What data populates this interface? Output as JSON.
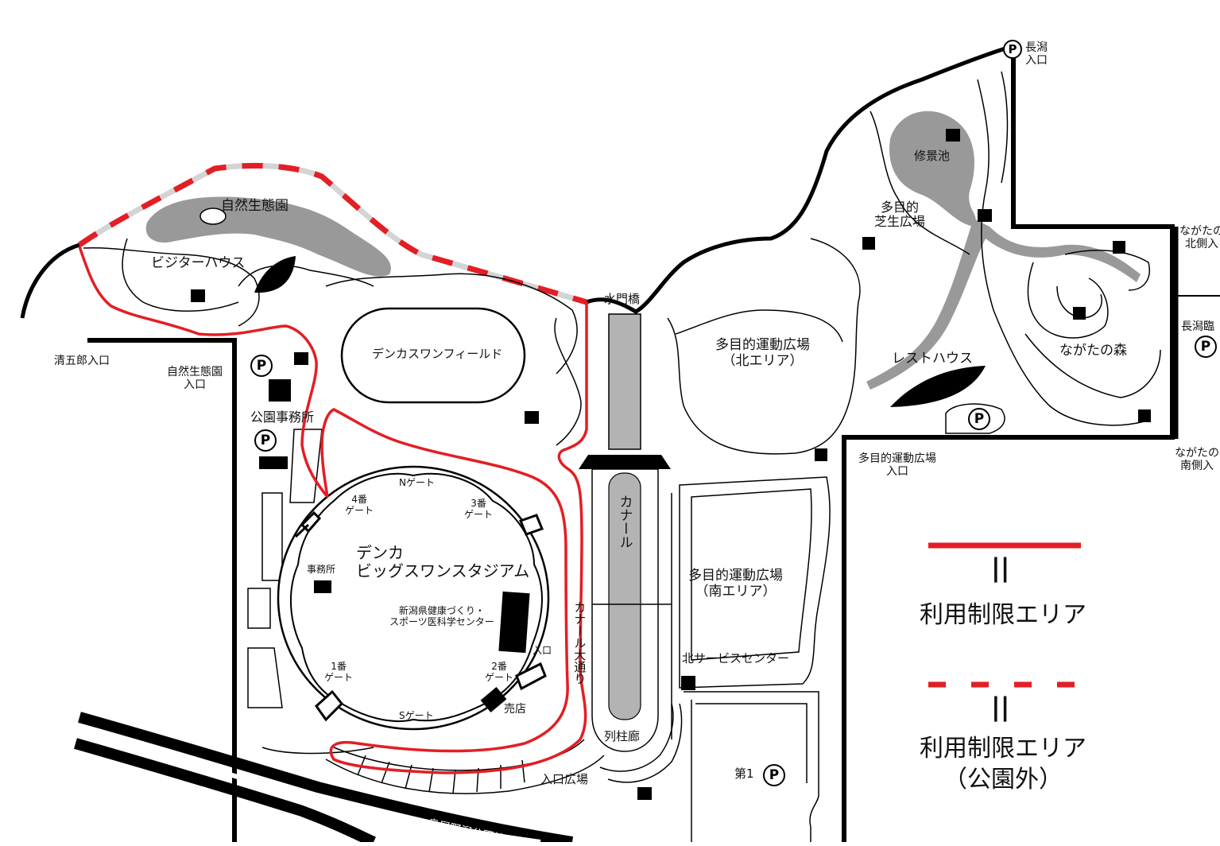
{
  "colors": {
    "restricted_red": "#e31e24",
    "outside_dash_gray": "#d4d4d4",
    "pond_gray": "#999999",
    "canal_gray": "#b3b3b3",
    "line_black": "#000000"
  },
  "labels": {
    "nagata_entrance": "長潟\n入口",
    "shukeichi": "修景池",
    "tamokuteki_shiba": "多目的\n芝生広場",
    "nagata_north": "ながたの\n北側入",
    "nagata_rinkai": "長潟臨",
    "nagata_mori": "ながたの森",
    "nagata_south": "ながたの\n南側入",
    "rest_house": "レストハウス",
    "shizen_seitaien": "自然生態園",
    "visitor_house": "ビジターハウス",
    "seigoro": "清五郎入口",
    "shizen_entrance": "自然生態園\n入口",
    "koen_office": "公園事務所",
    "denka_swan_field": "デンカスワンフィールド",
    "suimonbashi": "水門橋",
    "north_plaza": "多目的運動広場\n（北エリア）",
    "south_plaza": "多目的運動広場\n（南エリア）",
    "plaza_entrance": "多目的運動広場\n入口",
    "canal": "カナール",
    "canal_street": "カナール大通り",
    "n_gate": "Nゲート",
    "s_gate": "Sゲート",
    "gate1": "1番\nゲート",
    "gate2": "2番\nゲート",
    "gate3": "3番\nゲート",
    "gate4": "4番\nゲート",
    "stadium": "デンカ\nビッグスワンスタジアム",
    "jimusho": "事務所",
    "sports_center": "新潟県健康づくり・\nスポーツ医科学センター",
    "iriguchi": "入口",
    "baiten": "売店",
    "north_service": "北サービスセンター",
    "retsuchuro": "列柱廊",
    "entrance_plaza": "入口広場",
    "parking1": "第1",
    "road": "鳥屋野潟公園線",
    "p": "P"
  },
  "legend": {
    "solid_eq": "||",
    "solid_text": "利用制限エリア",
    "dashed_eq": "||",
    "dashed_text": "利用制限エリア\n（公園外）"
  }
}
